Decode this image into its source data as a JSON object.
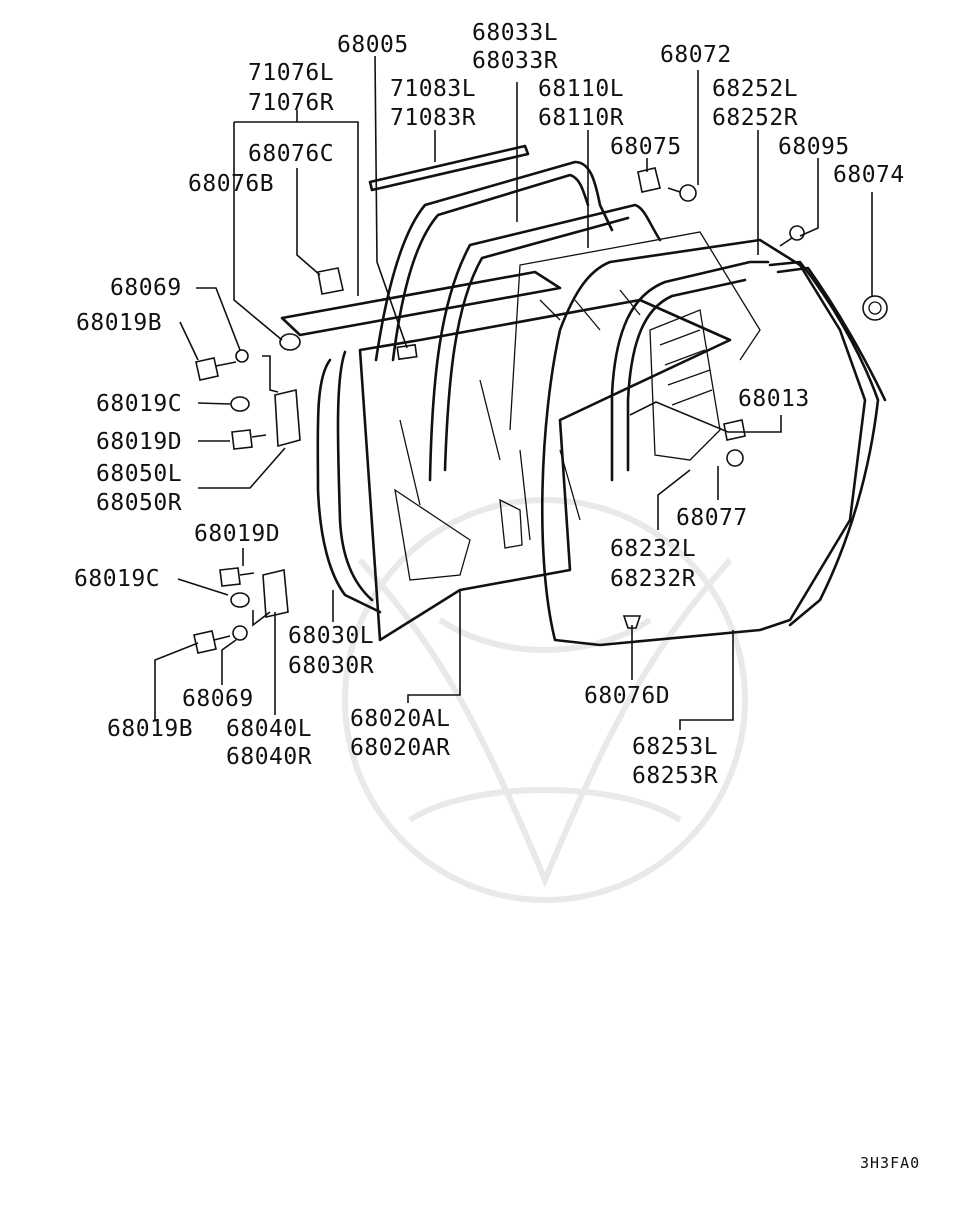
{
  "diagram": {
    "code": "3H3FA0",
    "labels": [
      "68005",
      "71076L",
      "71076R",
      "68033L",
      "68033R",
      "71083L",
      "71083R",
      "68110L",
      "68110R",
      "68072",
      "68252L",
      "68252R",
      "68075",
      "68076C",
      "68095",
      "68076B",
      "68074",
      "68069",
      "68019B",
      "68019C",
      "68013",
      "68019D",
      "68050L",
      "68050R",
      "68077",
      "68019D",
      "68232L",
      "68232R",
      "68019C",
      "68030L",
      "68030R",
      "68076D",
      "68069",
      "68019B",
      "68040L",
      "68040R",
      "68020AL",
      "68020AR",
      "68253L",
      "68253R"
    ]
  }
}
